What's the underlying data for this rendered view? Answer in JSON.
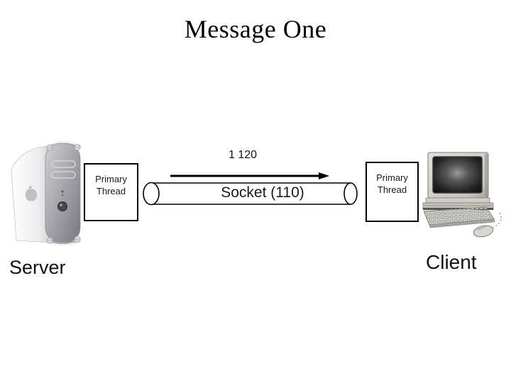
{
  "slide": {
    "title": "Message One",
    "message_label": "1 120",
    "socket_label": "Socket (110)",
    "server": {
      "label": "Server",
      "thread_label": "Primary Thread",
      "icon": "power-mac-tower-image"
    },
    "client": {
      "label": "Client",
      "thread_label": "Primary Thread",
      "icon": "desktop-computer-image"
    },
    "colors": {
      "background": "#ffffff",
      "text": "#000000",
      "diagram_lines": "#000000",
      "box_fill": "#ffffff"
    }
  }
}
